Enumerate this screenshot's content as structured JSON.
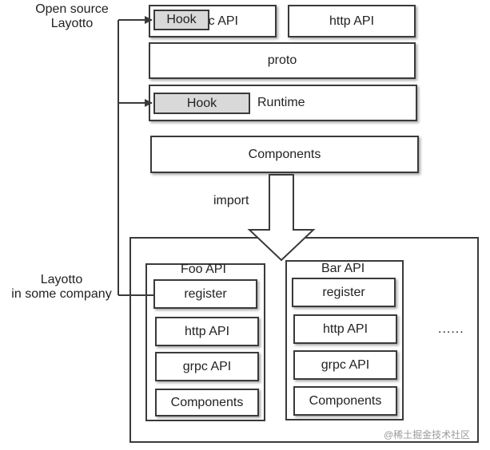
{
  "left_labels": {
    "open_source_line1": "Open source",
    "open_source_line2": "Layotto",
    "company_line1": "Layotto",
    "company_line2": "in some company"
  },
  "top_stack": {
    "grpc_api_partial": "c API",
    "hook_top": "Hook",
    "http_api": "http API",
    "proto": "proto",
    "hook_runtime": "Hook",
    "runtime": "Runtime",
    "components": "Components"
  },
  "import_label": "import",
  "foo": {
    "title": "Foo API",
    "register": "register",
    "http_api": "http API",
    "grpc_api": "grpc API",
    "components": "Components"
  },
  "bar": {
    "title": "Bar API",
    "register": "register",
    "http_api": "http API",
    "grpc_api": "grpc API",
    "components": "Components"
  },
  "ellipsis": "......",
  "watermark": "@稀土掘金技术社区",
  "colors": {
    "hook_fill": "#d9d9d9",
    "stroke": "#3a3a3a"
  }
}
